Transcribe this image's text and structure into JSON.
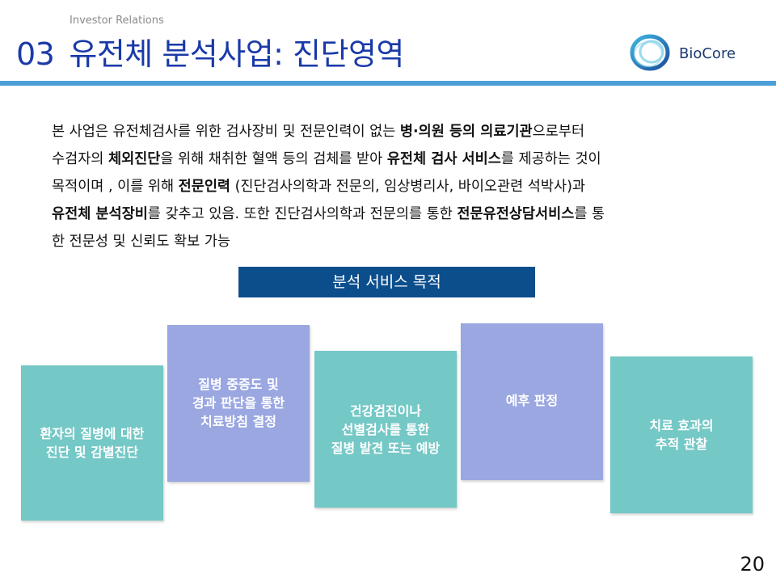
{
  "header": {
    "kicker": "Investor Relations",
    "section_number": "03",
    "title": "유전체 분석사업: 진단영역",
    "logo_text": "BioCore"
  },
  "body": {
    "line1": [
      "본 사업은 유전체검사를 위한 검사장비 및 전문인력이 없는 ",
      "병·의원 등의 의료기관",
      "으로부터"
    ],
    "line2": [
      "수검자의 ",
      "체외진단",
      "을 위해 채취한 혈액 등의 검체를 받아 ",
      "유전체 검사 서비스",
      "를 제공하는 것이"
    ],
    "line3": [
      "목적이며 , 이를 위해 ",
      "전문인력",
      " (진단검사의학과 전문의, 임상병리사, 바이오관련 석박사)과"
    ],
    "line4": [
      "유전체 분석장비",
      "를 갖추고 있음. 또한 진단검사의학과 전문의를 통한 ",
      "전문유전상담서비스",
      "를 통"
    ],
    "line5": "한 전문성 및 신뢰도 확보 가능"
  },
  "banner": "분석 서비스 목적",
  "boxes": [
    "환자의 질병에 대한\n진단 및 감별진단",
    "질병 중증도 및\n경과 판단을 통한\n치료방침 결정",
    "건강검진이나\n선별검사를 통한\n질병 발견 또는 예방",
    "예후 판정",
    "치료 효과의\n추적 관찰"
  ],
  "colors": {
    "title": "#1a3aa8",
    "rule": "#4c9fd9",
    "banner": "#0c4e8c",
    "teal": "#74c8c6",
    "lavender": "#9aa7e1"
  },
  "page_number": "20"
}
